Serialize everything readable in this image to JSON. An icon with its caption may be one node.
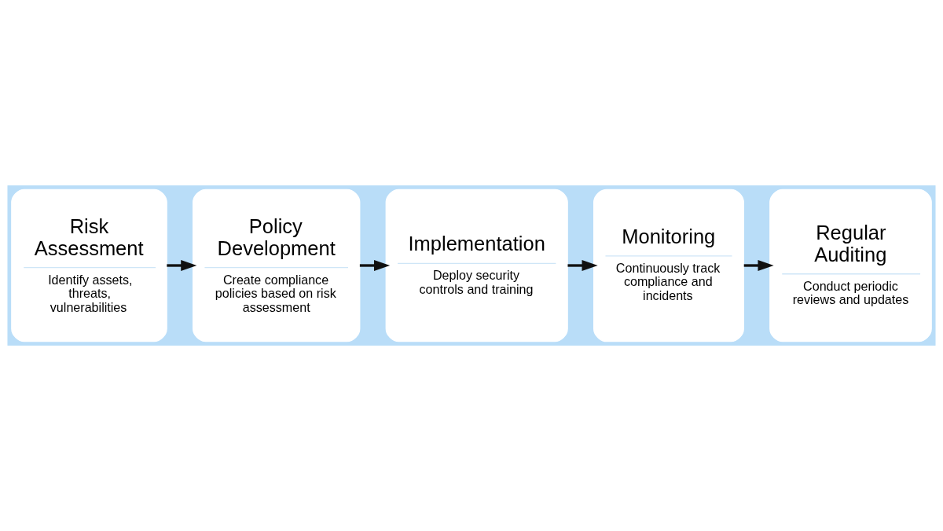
{
  "diagram": {
    "nodes": [
      {
        "text": [
          "Risk Assessment",
          "Identify assets, threats, vulnerabilities"
        ]
      },
      {
        "text": [
          "Policy Development",
          "Create compliance policies based on risk assessment"
        ]
      },
      {
        "text": [
          "Implementation",
          "Deploy security controls and training"
        ]
      },
      {
        "text": [
          "Monitoring",
          "Continuously track compliance and incidents"
        ]
      },
      {
        "text": [
          "Regular Auditing",
          "Conduct periodic reviews and updates"
        ]
      }
    ],
    "edges": [
      {
        "from": 0,
        "to": 1,
        "arrow": "to"
      },
      {
        "from": 1,
        "to": 2,
        "arrow": "to"
      },
      {
        "from": 2,
        "to": 3,
        "arrow": "to"
      },
      {
        "from": 3,
        "to": 4,
        "arrow": "to"
      }
    ]
  }
}
